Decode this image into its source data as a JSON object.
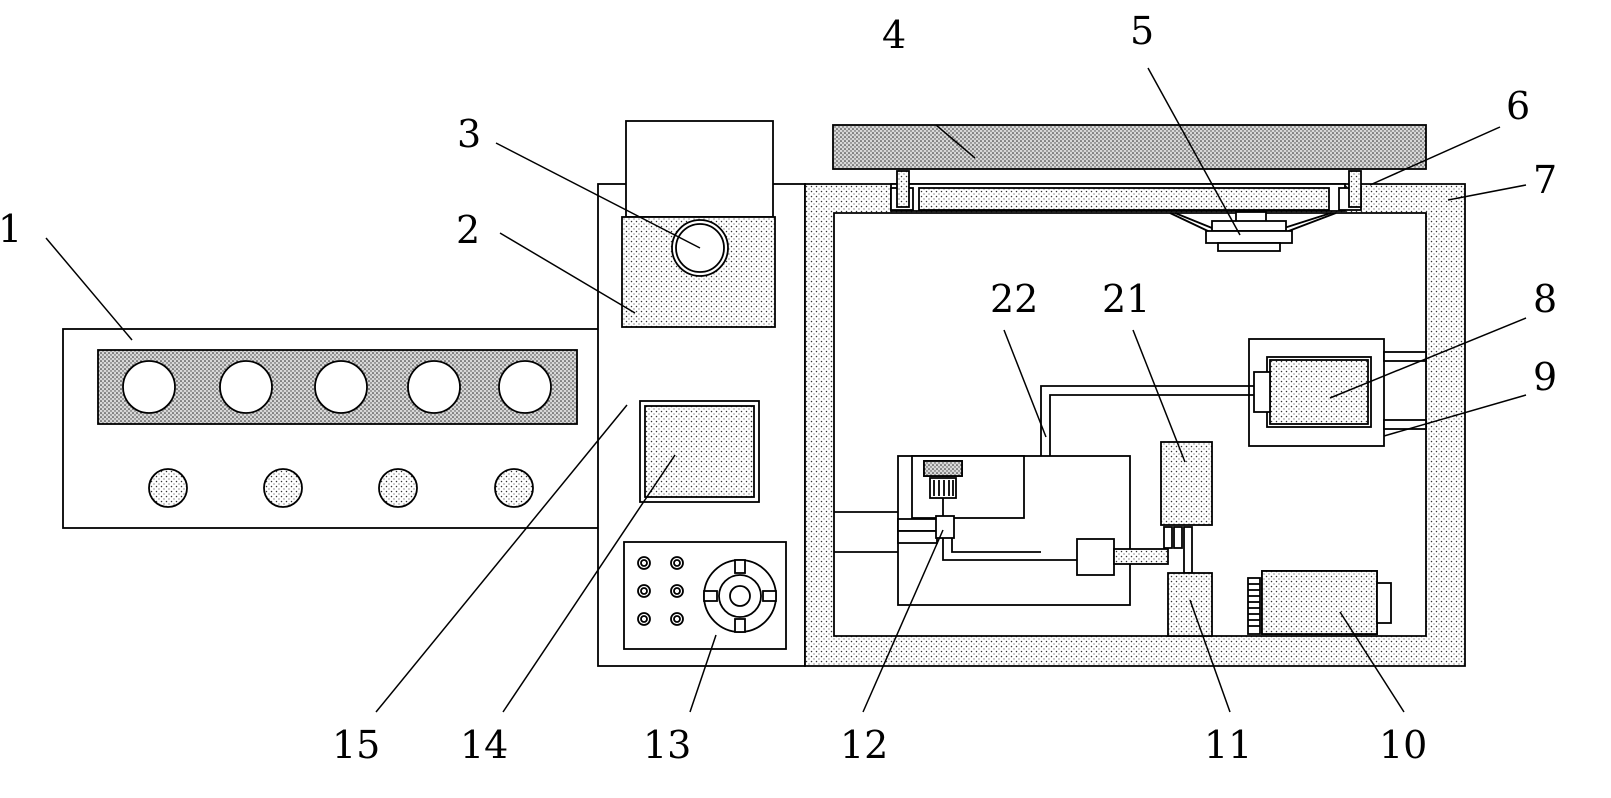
{
  "labels": {
    "l1": "1",
    "l2": "2",
    "l3": "3",
    "l4": "4",
    "l5": "5",
    "l6": "6",
    "l7": "7",
    "l8": "8",
    "l9": "9",
    "l10": "10",
    "l11": "11",
    "l12": "12",
    "l13": "13",
    "l14": "14",
    "l15": "15",
    "l21": "21",
    "l22": "22"
  }
}
